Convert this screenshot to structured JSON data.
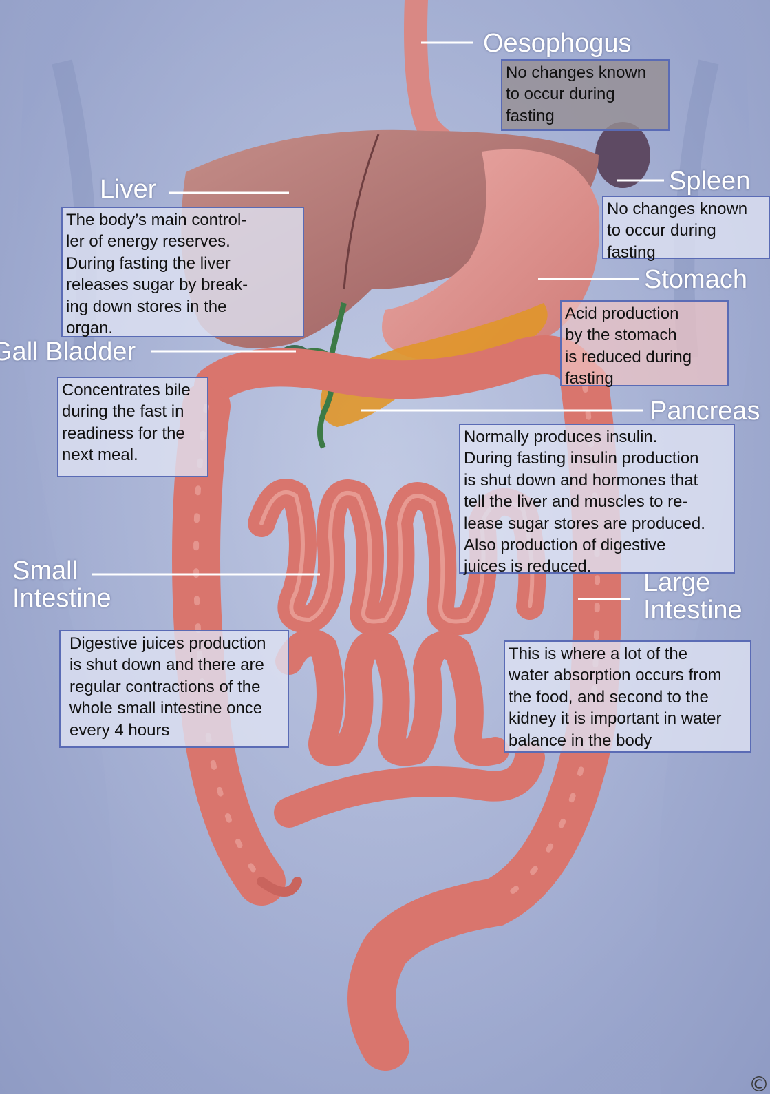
{
  "organs": {
    "oesophogus": {
      "label": "Oesophogus",
      "description": "No changes known\nto occur during\nfasting"
    },
    "spleen": {
      "label": "Spleen",
      "description": "No changes known\nto occur during\nfasting"
    },
    "liver": {
      "label": "Liver",
      "description": "The body’s main control-\nler of energy reserves.\nDuring fasting the liver\nreleases sugar by break-\ning down stores in the\norgan."
    },
    "stomach": {
      "label": "Stomach",
      "description": "Acid production\nby the stomach\nis reduced during\nfasting"
    },
    "gall_bladder": {
      "label": "Gall Bladder",
      "description": "Concentrates bile\nduring the fast in\nreadiness for the\nnext meal."
    },
    "pancreas": {
      "label": "Pancreas",
      "description": "Normally produces insulin.\nDuring fasting insulin production\nis shut down and hormones that\ntell the liver and muscles to re-\nlease sugar stores are produced.\nAlso production of digestive\njuices is reduced."
    },
    "small_intestine": {
      "label_line1": "Small",
      "label_line2": "Intestine",
      "description": "Digestive juices production\nis shut down and there are\nregular contractions of the\nwhole small intestine once\nevery 4 hours"
    },
    "large_intestine": {
      "label_line1": "Large",
      "label_line2": "Intestine",
      "description": "This is where a lot of the\nwater absorption occurs from\nthe food, and second to the\nkidney it is important in water\nbalance in the body"
    }
  },
  "copyright_glyph": "©",
  "colors": {
    "background": "#a3aed2",
    "box_border": "#5a6bb5",
    "label_text": "#ffffff",
    "intestine": "#d9756d",
    "liver": "#b46f6c",
    "pancreas": "#e0962a"
  }
}
